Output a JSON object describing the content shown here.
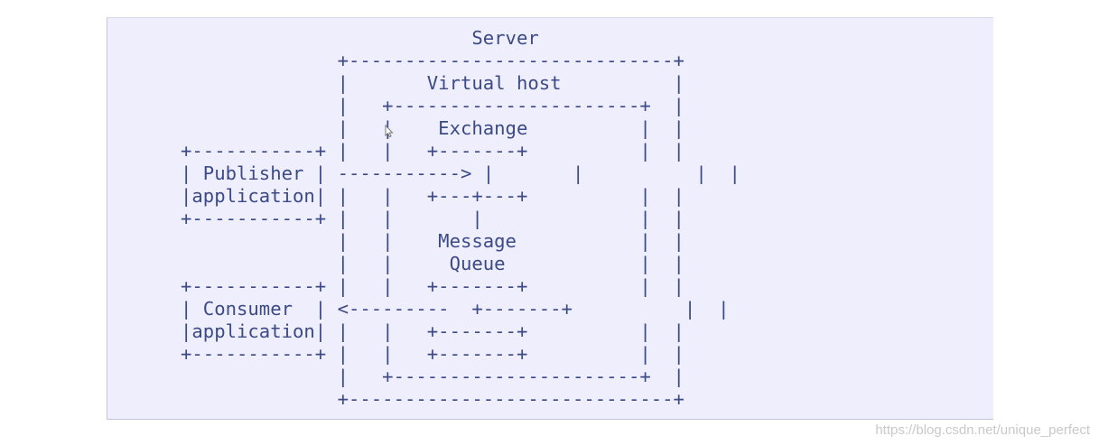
{
  "diagram": {
    "lines": [
      "                          Server",
      "              +-----------------------------+",
      "              |       Virtual host          |",
      "              |   +----------------------+  |",
      "              |   |    Exchange          |  |",
      "+-----------+ |   |   +-------+          |  |",
      "| Publisher | -----------> |       |          |  |",
      "|application| |   |   +---+---+          |  |",
      "+-----------+ |   |       |              |  |",
      "              |   |    Message           |  |",
      "              |   |     Queue            |  |",
      "+-----------+ |   |   +-------+          |  |",
      "| Consumer  | <---------  +-------+          |  |",
      "|application| |   |   +-------+          |  |",
      "+-----------+ |   |   +-------+          |  |",
      "              |   +----------------------+  |",
      "              +-----------------------------+"
    ]
  },
  "watermark": "https://blog.csdn.net/unique_perfect"
}
